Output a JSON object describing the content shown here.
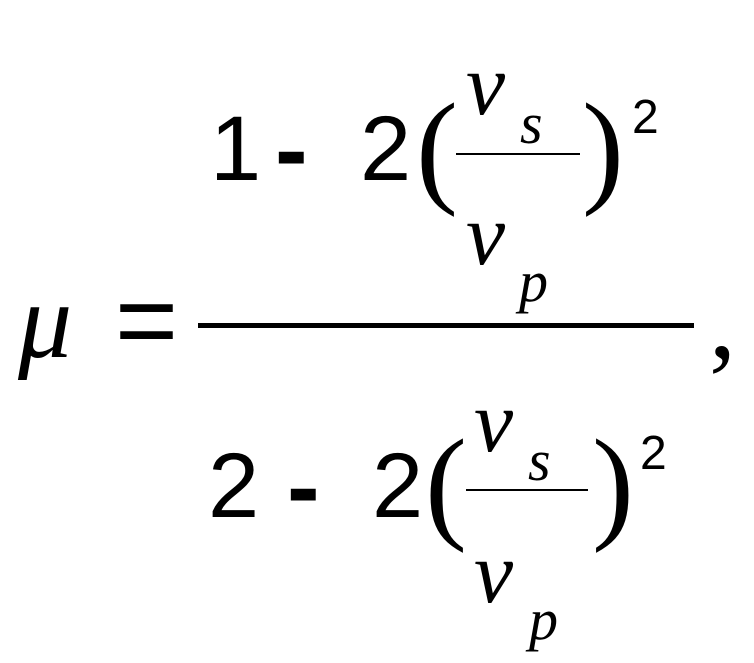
{
  "formula": {
    "lhs": "μ",
    "equals": "=",
    "trailing_comma": ",",
    "numerator": {
      "constant": "1",
      "operator": "-",
      "coefficient": "2",
      "open_paren": "(",
      "close_paren": ")",
      "exponent": "2",
      "inner_numerator": {
        "symbol": "v",
        "subscript": "s"
      },
      "inner_denominator": {
        "symbol": "v",
        "subscript": "p"
      }
    },
    "denominator": {
      "constant": "2",
      "operator": "-",
      "coefficient": "2",
      "open_paren": "(",
      "close_paren": ")",
      "exponent": "2",
      "inner_numerator": {
        "symbol": "v",
        "subscript": "s"
      },
      "inner_denominator": {
        "symbol": "v",
        "subscript": "p"
      }
    }
  }
}
